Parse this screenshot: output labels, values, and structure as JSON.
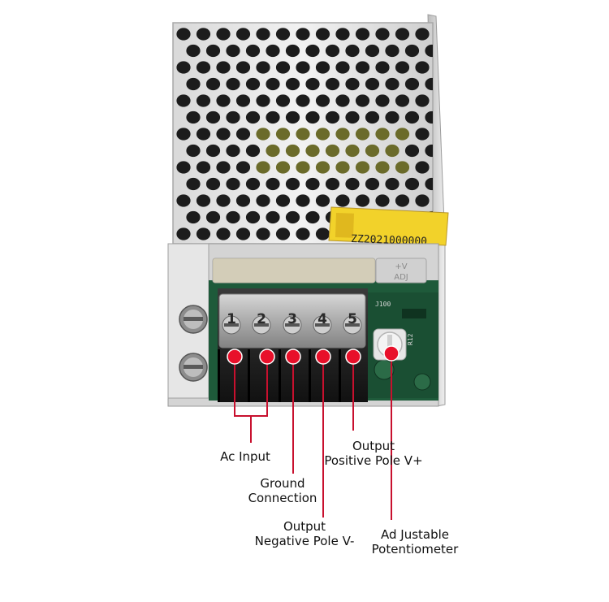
{
  "label_sticker": {
    "code": "ZZ2021000000"
  },
  "terminal_numbers": [
    "1",
    "2",
    "3",
    "4",
    "5"
  ],
  "embossed_adj": {
    "line1": "+V",
    "line2": "ADJ"
  },
  "pcb_marks": {
    "j100": "J100",
    "r12": "R12"
  },
  "callouts": {
    "ac_input": {
      "lines": [
        "Ac Input"
      ]
    },
    "ground": {
      "lines": [
        "Ground",
        "Connection"
      ]
    },
    "output_negative": {
      "lines": [
        "Output",
        "Negative Pole V-"
      ]
    },
    "output_positive": {
      "lines": [
        "Output",
        "Positive Pole V+"
      ]
    },
    "potentiometer": {
      "lines": [
        "Ad Justable",
        "Potentiometer"
      ]
    }
  },
  "colors": {
    "marker": "#e8102a",
    "leader": "#c8102e",
    "sticker": "#f2d22a",
    "pcb": "#1e5a3a"
  }
}
